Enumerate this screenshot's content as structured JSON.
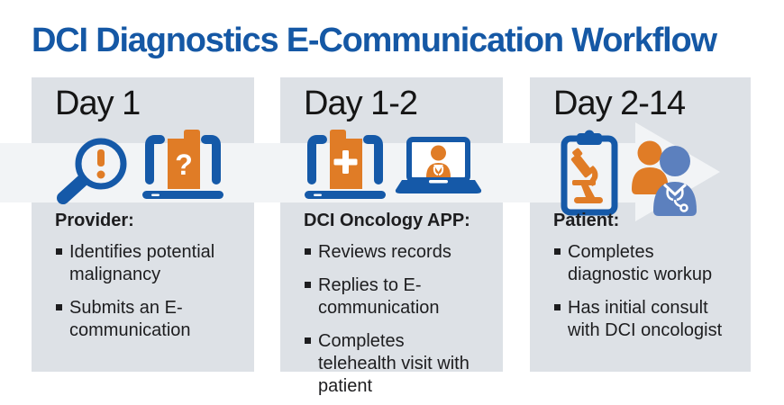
{
  "title": "DCI Diagnostics E-Communication Workflow",
  "glyphs": {
    "question": "?"
  },
  "colors": {
    "title_blue": "#1558A5",
    "icon_dark_blue": "#1559A8",
    "icon_orange": "#E07C26",
    "people_light_blue": "#5C80BE",
    "panel_gray": "#DDE1E6",
    "arrow_light_gray": "#F2F4F6",
    "text_dark": "#1D1D1F"
  },
  "timeline_arrow": {
    "direction": "right",
    "spans_all_columns": true
  },
  "columns": [
    {
      "day": "Day 1",
      "actor": "Provider:",
      "icons": [
        "magnifier-alert-icon",
        "laptop-question-folder-icon"
      ],
      "bullets": [
        "Identifies potential malignancy",
        "Submits an E-communication"
      ]
    },
    {
      "day": "Day 1-2",
      "actor": "DCI Oncology APP:",
      "icons": [
        "laptop-medical-folder-icon",
        "telehealth-doctor-laptop-icon"
      ],
      "bullets": [
        "Reviews records",
        "Replies to E-communication",
        "Completes telehealth visit with patient"
      ]
    },
    {
      "day": "Day 2-14",
      "actor": "Patient:",
      "icons": [
        "diagnostic-clipboard-microscope-icon",
        "patient-oncologist-people-icon"
      ],
      "bullets": [
        "Completes diagnostic workup",
        "Has initial consult with DCI oncologist"
      ]
    }
  ]
}
